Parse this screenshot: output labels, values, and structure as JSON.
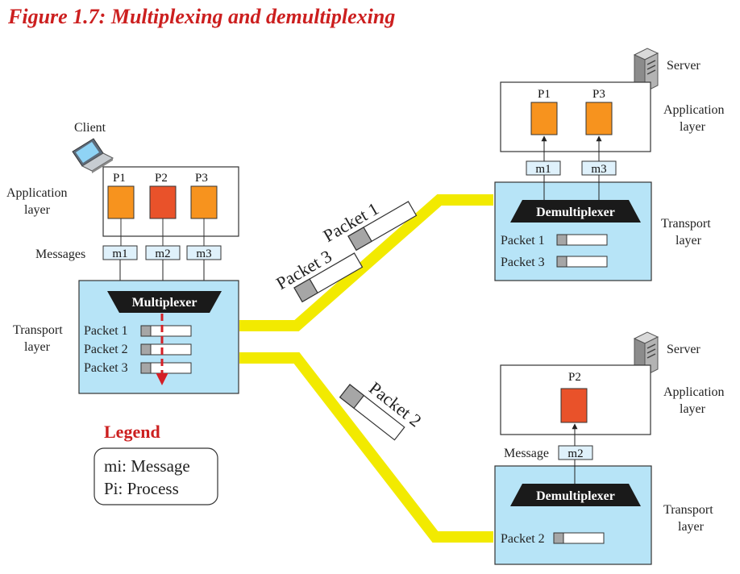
{
  "figure": {
    "title": "Figure 1.7:  Multiplexing and demultiplexing"
  },
  "client": {
    "label": "Client",
    "app_layer_label": [
      "Application",
      "layer"
    ],
    "transport_layer_label": [
      "Transport",
      "layer"
    ],
    "messages_label": "Messages",
    "processes": [
      "P1",
      "P2",
      "P3"
    ],
    "messages": [
      "m1",
      "m2",
      "m3"
    ],
    "mux_label": "Multiplexer",
    "packets": [
      "Packet 1",
      "Packet 2",
      "Packet 3"
    ]
  },
  "server1": {
    "label": "Server",
    "app_layer_label": [
      "Application",
      "layer"
    ],
    "transport_layer_label": [
      "Transport",
      "layer"
    ],
    "processes": [
      "P1",
      "P3"
    ],
    "messages": [
      "m1",
      "m3"
    ],
    "demux_label": "Demultiplexer",
    "packets": [
      "Packet 1",
      "Packet 3"
    ]
  },
  "server2": {
    "label": "Server",
    "app_layer_label": [
      "Application",
      "layer"
    ],
    "transport_layer_label": [
      "Transport",
      "layer"
    ],
    "message_label": "Message",
    "processes": [
      "P2"
    ],
    "messages": [
      "m2"
    ],
    "demux_label": "Demultiplexer",
    "packets": [
      "Packet 2"
    ]
  },
  "in_transit": {
    "upper": [
      "Packet 1",
      "Packet 3"
    ],
    "lower": [
      "Packet 2"
    ]
  },
  "legend": {
    "title": "Legend",
    "entries": [
      "mi: Message",
      "Pi: Process"
    ]
  },
  "colors": {
    "title_red": "#cc1f1f",
    "process_orange": "#f7931e",
    "process_red": "#e9522a",
    "transport_blue": "#b7e4f7",
    "message_box": "#dff1fb",
    "link_yellow": "#f2ea00",
    "banner_black": "#1a1a1a",
    "arrow_red": "#d41f26"
  }
}
